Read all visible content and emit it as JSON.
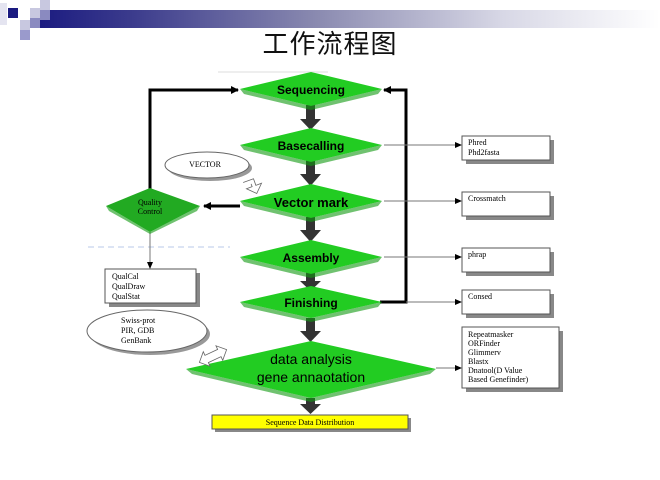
{
  "slide": {
    "title": "工作流程图"
  },
  "colors": {
    "step_green": "#22cc22",
    "step_green_dark": "#119911",
    "distribution_yellow": "#ffff00",
    "arrow_dark": "#333333",
    "header_navy": "#1a1a80"
  },
  "steps": [
    {
      "id": "sequencing",
      "label": "Sequencing"
    },
    {
      "id": "basecalling",
      "label": "Basecalling"
    },
    {
      "id": "vector-mark",
      "label": "Vector mark"
    },
    {
      "id": "assembly",
      "label": "Assembly"
    },
    {
      "id": "finishing",
      "label": "Finishing"
    },
    {
      "id": "data-analysis",
      "label_lines": [
        "data analysis",
        "gene annaotation"
      ]
    }
  ],
  "quality_control": {
    "label_lines": [
      "Quality",
      "Control"
    ]
  },
  "vector_ellipse": {
    "label": "VECTOR"
  },
  "database_ellipse": {
    "label_lines": [
      "Swiss-prot",
      "PIR, GDB",
      "GenBank"
    ]
  },
  "qual_tools": {
    "lines": [
      "QualCal",
      "QualDraw",
      "QualStat"
    ]
  },
  "tool_boxes": [
    {
      "for": "basecalling",
      "lines": [
        "Phred",
        "Phd2fasta"
      ]
    },
    {
      "for": "vector-mark",
      "lines": [
        "Crossmatch"
      ]
    },
    {
      "for": "assembly",
      "lines": [
        "phrap"
      ]
    },
    {
      "for": "finishing",
      "lines": [
        "Consed"
      ]
    },
    {
      "for": "data-analysis",
      "lines": [
        "Repeatmasker",
        "ORFinder",
        "Glimmerv",
        "Blastx",
        "Dnatool(D Value",
        "Based Genefinder)"
      ]
    }
  ],
  "distribution": {
    "label": "Sequence Data Distribution"
  }
}
